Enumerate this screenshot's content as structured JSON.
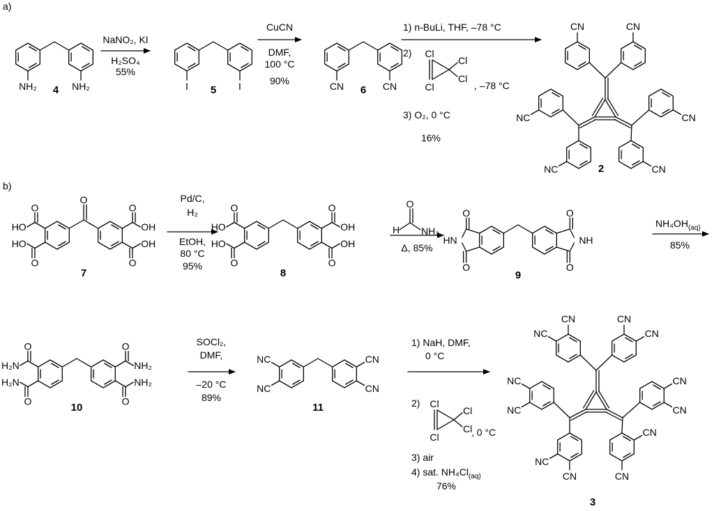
{
  "section_labels": {
    "a": "a)",
    "b": "b)"
  },
  "labels": {
    "nh2": "NH₂",
    "h2n": "H₂N",
    "i": "I",
    "cn": "CN",
    "nc": "NC",
    "o": "O",
    "oh": "OH",
    "ho": "HO",
    "hn": "HN",
    "nh": "NH",
    "cl": "Cl",
    "h": "H"
  },
  "compounds": {
    "c4": "4",
    "c5": "5",
    "c6": "6",
    "c2": "2",
    "c7": "7",
    "c8": "8",
    "c9": "9",
    "c10": "10",
    "c11": "11",
    "c3": "3"
  },
  "steps": {
    "s1": {
      "above": "NaNO₂, KI",
      "below1": "H₂SO₄",
      "below2": "55%"
    },
    "s2": {
      "above": "CuCN",
      "below1": "DMF,",
      "below2": "100 °C",
      "below3": "90%"
    },
    "s3": {
      "l1": "1) n-BuLi, THF, –78 °C",
      "l2": "2)",
      "l2b": ", –78 °C",
      "l3": "3) O₂, 0 °C",
      "l4": "16%"
    },
    "s4": {
      "l1": "Pd/C,",
      "l2": "H₂",
      "l3": "EtOH,",
      "l4": "80 °C",
      "l5": "95%"
    },
    "s5": {
      "l1": "Δ, 85%"
    },
    "s6": {
      "l1": "NH₄OH",
      "l1sub": "(aq)",
      "l2": "85%"
    },
    "s7": {
      "l1": "SOCl₂,",
      "l2": "DMF,",
      "l3": "–20 °C",
      "l4": "89%"
    },
    "s8": {
      "l1": "1) NaH, DMF,",
      "l2": "0 °C",
      "l3": "2)",
      "l3b": ", 0 °C",
      "l4": "3) air",
      "l5": "4) sat. NH₄Cl",
      "l5sub": "(aq)",
      "l6": "76%"
    }
  }
}
